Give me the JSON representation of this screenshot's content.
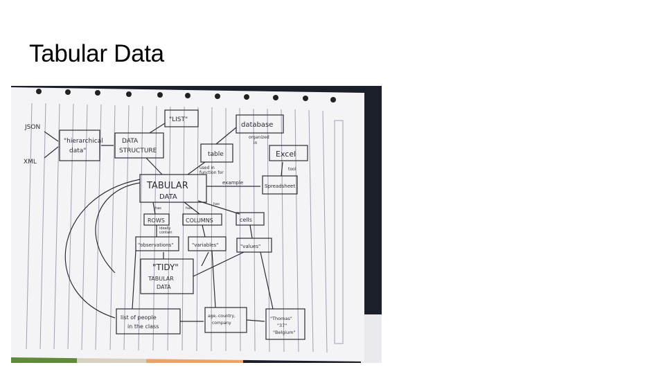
{
  "slide": {
    "title": "Tabular Data"
  },
  "sketch": {
    "json": "JSON",
    "xml": "XML",
    "hierarchical": [
      "\"hierarchical",
      "data\""
    ],
    "data_structure": [
      "DATA",
      "STRUCTURE"
    ],
    "list": "\"LIST\"",
    "database": "database",
    "organized_in": [
      "organized",
      "in"
    ],
    "table": "table",
    "used_in_function": [
      "used in",
      "function for"
    ],
    "excel": "Excel",
    "tool": "tool",
    "tabular": [
      "TABULAR",
      "DATA"
    ],
    "example": "example",
    "spreadsheet": "Spreadsheet",
    "rows": "ROWS",
    "columns": "COLUMNS",
    "cells": "cells",
    "has1": "has",
    "has2": "has",
    "has3": "has",
    "ideally_contain": [
      "ideally",
      "contain"
    ],
    "observations": "\"observations\"",
    "variables": "\"variables\"",
    "values": "\"values\"",
    "tidy": [
      "\"TIDY\"",
      "TABULAR",
      "DATA"
    ],
    "list_people": [
      "list of people",
      "in the class"
    ],
    "age_country": [
      "age, country,",
      "company"
    ],
    "thomas": [
      "\"Thomas\"",
      "\"37\"",
      "\"Belgium\""
    ]
  },
  "colors": {
    "ink": "#2b2b33",
    "paper": "#f4f4f6",
    "background": "#1a1f2a",
    "line": "#9aa0b0"
  }
}
